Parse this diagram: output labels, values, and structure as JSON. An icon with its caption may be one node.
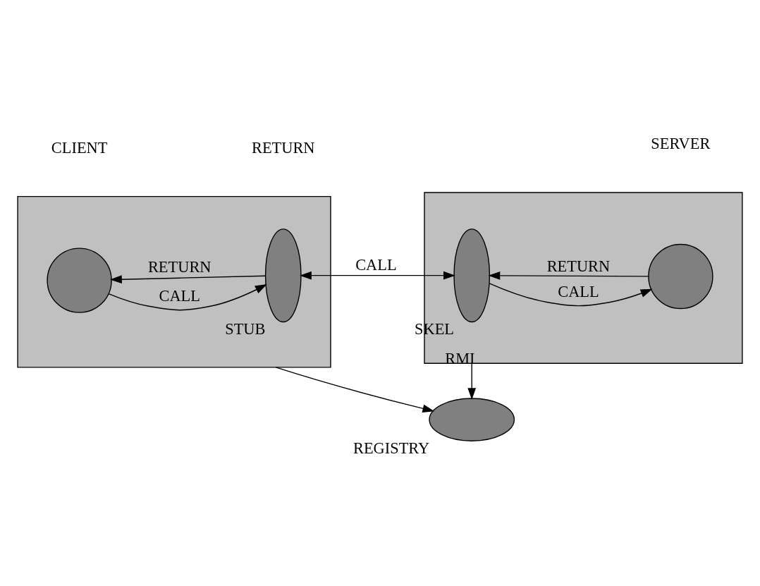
{
  "diagram": {
    "nodes": [
      {
        "text": [],
        "shape": "box"
      },
      {
        "text": [],
        "shape": "circle",
        "in": 0
      },
      {
        "text": [],
        "shape": "semicircle",
        "in": 0,
        "beside": [
          "STUB"
        ]
      },
      {
        "text": [],
        "shape": "ellipse",
        "beside": [
          "REGISTRY"
        ]
      },
      {
        "text": [],
        "shape": "box"
      },
      {
        "text": [],
        "shape": "semicircle",
        "in": 4,
        "beside": [
          "SKEL"
        ]
      },
      {
        "text": [],
        "shape": "circle",
        "in": 4
      }
    ],
    "edges": [
      {
        "from": 1,
        "to": 2,
        "arrow": "to",
        "label": "CALL"
      },
      {
        "from": 2,
        "to": 1,
        "arrow": "to",
        "label": "RETURN"
      },
      {
        "from": 2,
        "to": 5,
        "arrow": "both",
        "label": "CALL"
      },
      {
        "from": 5,
        "to": 6,
        "arrow": "to",
        "label": "CALL"
      },
      {
        "from": 6,
        "to": 5,
        "arrow": "to",
        "label": "RETURN"
      },
      {
        "from": 0,
        "to": 3,
        "arrow": "to"
      },
      {
        "from": 4,
        "to": 3,
        "arrow": "to",
        "label": "RMI"
      }
    ],
    "labels": [
      "RETURN",
      "CLIENT",
      "SERVER"
    ]
  }
}
